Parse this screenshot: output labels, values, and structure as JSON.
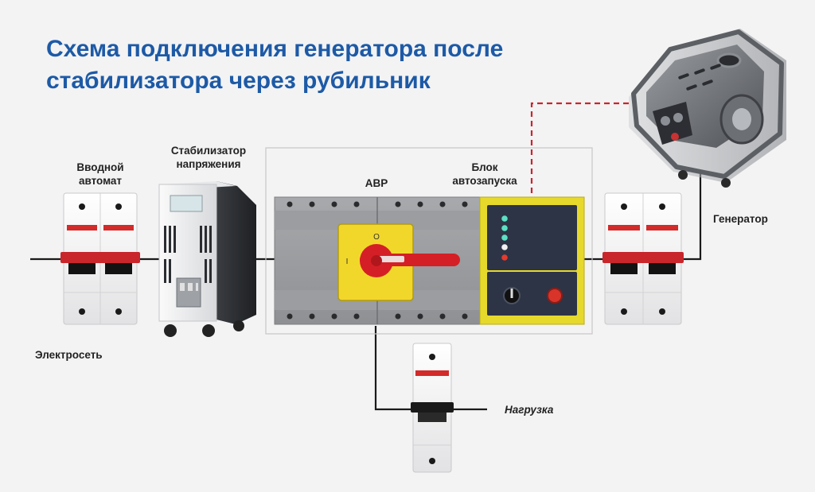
{
  "title": {
    "line1": "Схема подключения генератора после",
    "line2": "стабилизатора через рубильник"
  },
  "labels": {
    "input_breaker": {
      "line1": "Вводной",
      "line2": "автомат"
    },
    "stabilizer": {
      "line1": "Стабилизатор",
      "line2": "напряжения"
    },
    "ats": "АВР",
    "autostart_unit": {
      "line1": "Блок",
      "line2": "автозапуска"
    },
    "generator": "Генератор",
    "mains": "Электросеть",
    "load": "Нагрузка"
  },
  "switch_marks": {
    "on": "O",
    "off": "I"
  },
  "colors": {
    "title": "#1d5aa6",
    "breaker_red": "#d32a2a",
    "handle_red": "#d51f26",
    "yellow_plate": "#f2d72b",
    "panel_navy": "#2d3445",
    "led_green": "#5be0c4",
    "led_red": "#e53a2e",
    "signal_line": "#c9252c"
  },
  "icons": [
    "breaker-icon",
    "stabilizer-icon",
    "ats-switch-icon",
    "autostart-panel-icon",
    "generator-icon"
  ]
}
